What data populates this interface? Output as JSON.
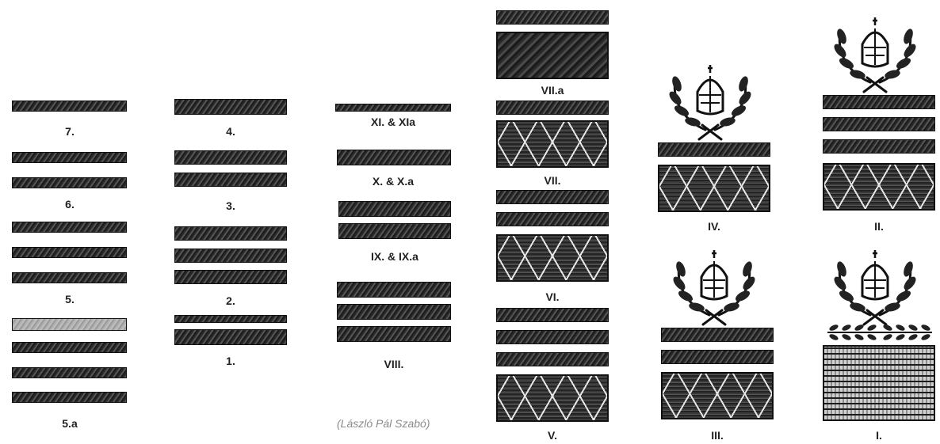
{
  "labels": {
    "r7": "7.",
    "r6": "6.",
    "r5": "5.",
    "r5a": "5.a",
    "r4": "4.",
    "r3": "3.",
    "r2": "2.",
    "r1": "1.",
    "r11": "XI. & XIa",
    "r10": "X. & X.a",
    "r9": "IX. & IX.a",
    "r8": "VIII.",
    "r7a": "VII.a",
    "rVII": "VII.",
    "rVI": "VI.",
    "rV": "V.",
    "rIV": "IV.",
    "rIII": "III.",
    "rII": "II.",
    "rI": "I."
  },
  "credit": "(László Pál Szabó)"
}
